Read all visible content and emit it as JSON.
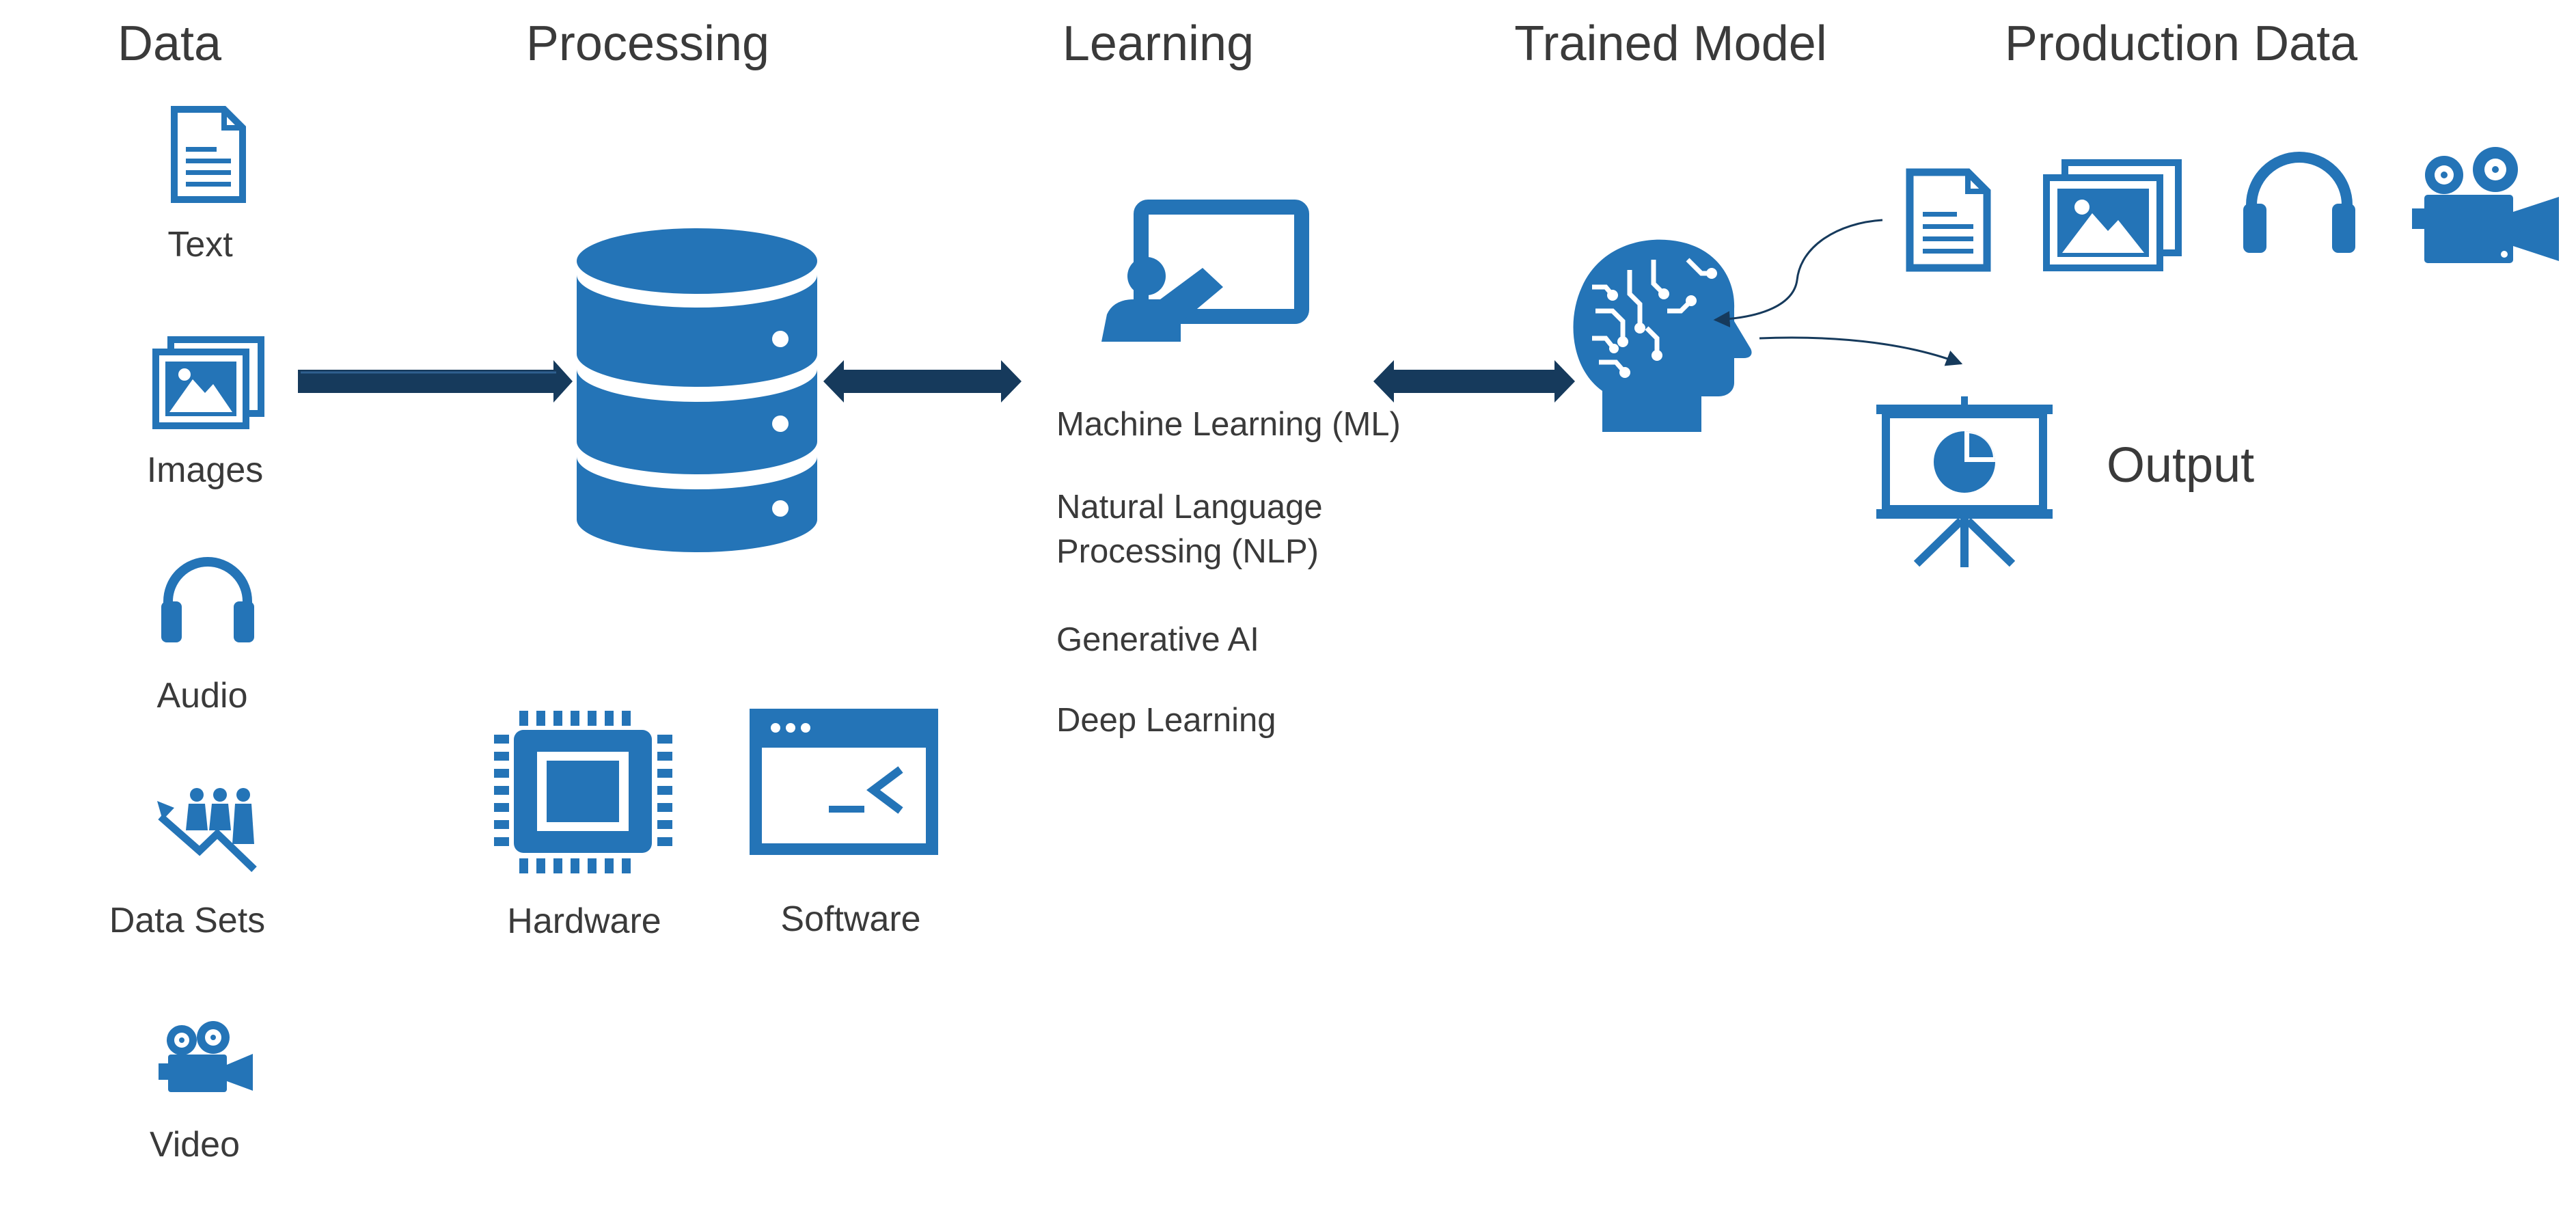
{
  "headings": {
    "data": "Data",
    "processing": "Processing",
    "learning": "Learning",
    "trained_model": "Trained Model",
    "production_data": "Production Data"
  },
  "data_items": {
    "text": "Text",
    "images": "Images",
    "audio": "Audio",
    "data_sets": "Data Sets",
    "video": "Video"
  },
  "processing_items": {
    "hardware": "Hardware",
    "software": "Software"
  },
  "learning_items": {
    "ml": "Machine Learning (ML)",
    "nlp_line1": "Natural Language",
    "nlp_line2": "Processing (NLP)",
    "genai": "Generative AI",
    "deep": "Deep Learning"
  },
  "output_label": "Output",
  "icons": {
    "document": "document-icon",
    "images": "images-icon",
    "headphones": "headphones-icon",
    "dataset": "dataset-trend-icon",
    "video": "video-camera-icon",
    "database": "database-icon",
    "chip": "cpu-chip-icon",
    "terminal": "terminal-window-icon",
    "teacher": "presentation-teacher-icon",
    "head": "ai-head-icon",
    "output": "presentation-chart-icon"
  },
  "colors": {
    "icon_blue": "#2474b7",
    "arrow_navy": "#163a5c",
    "text_gray": "#3a3a3a"
  }
}
